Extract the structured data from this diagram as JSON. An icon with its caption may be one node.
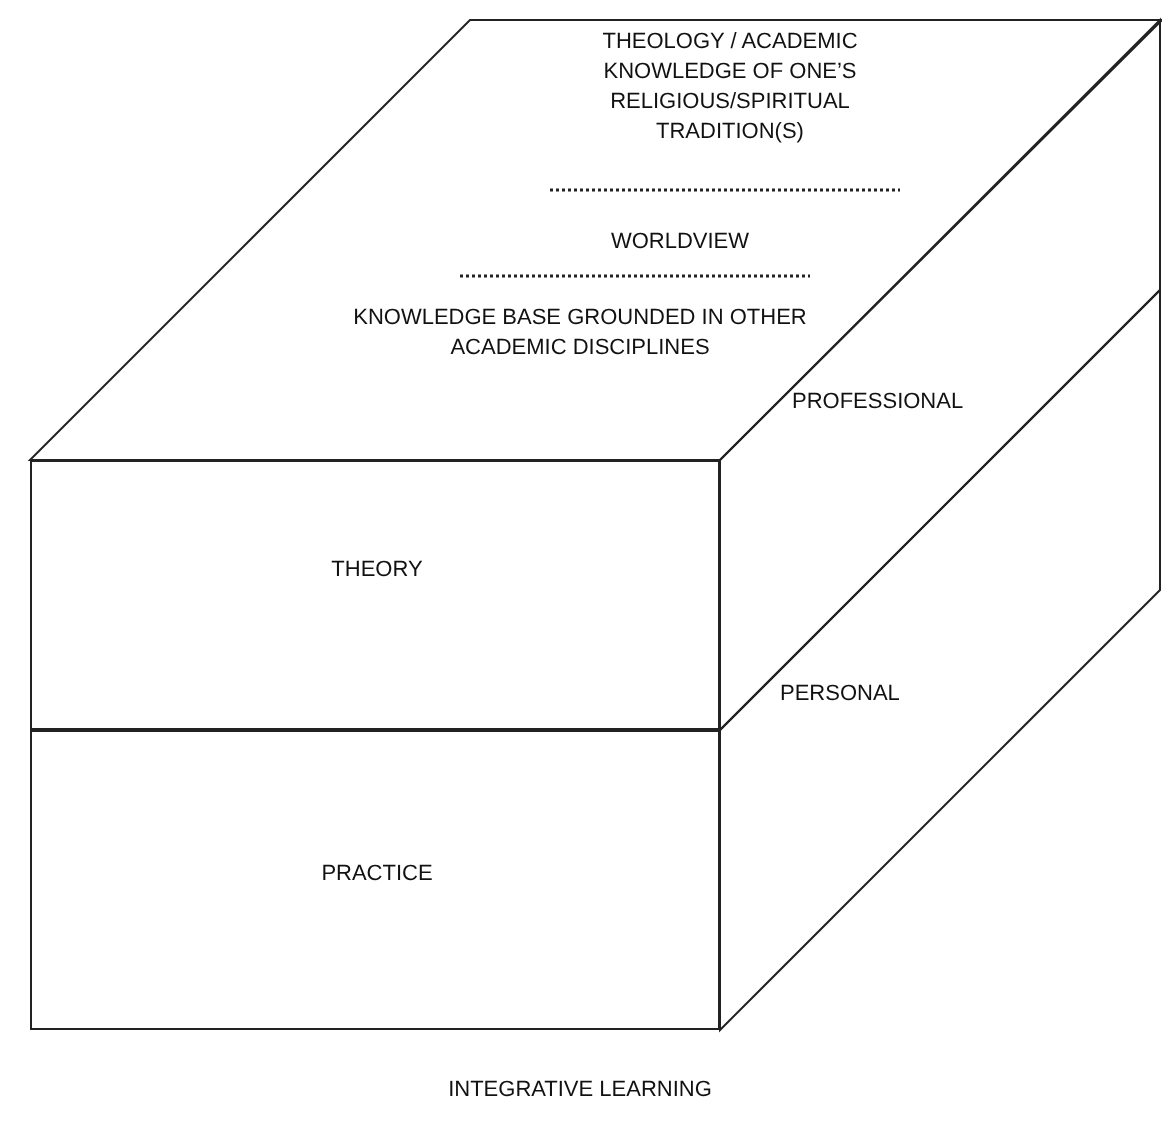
{
  "diagram": {
    "nodes": [
      {
        "text": [
          "THEOLOGY / ACADEMIC KNOWLEDGE OF ONE’S RELIGIOUS/SPIRITUAL TRADITION(S)",
          "WORLDVIEW",
          "KNOWLEDGE BASE GROUNDED IN OTHER ACADEMIC DISCIPLINES"
        ]
      },
      {
        "text": [
          "THEORY"
        ]
      },
      {
        "text": [
          "PRACTICE"
        ]
      },
      {
        "text": [
          "PROFESSIONAL"
        ]
      },
      {
        "text": [
          "PERSONAL"
        ]
      }
    ],
    "edges": [],
    "labels": [
      "INTEGRATIVE LEARNING"
    ]
  }
}
